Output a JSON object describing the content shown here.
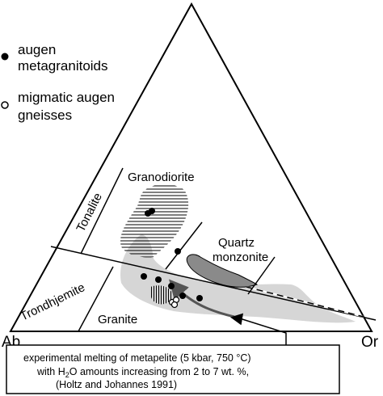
{
  "legend": {
    "filled_symbol_icon": "filled-circle",
    "open_symbol_icon": "open-circle",
    "filled_label_line1": "augen",
    "filled_label_line2": "metagranitoids",
    "open_label_line1": "migmatic augen",
    "open_label_line2": "gneisses"
  },
  "apices": {
    "left": "Ab",
    "right": "Or"
  },
  "fields": {
    "tonalite": "Tonalite",
    "granodiorite": "Granodiorite",
    "quartz_monzonite_line1": "Quartz",
    "quartz_monzonite_line2": "monzonite",
    "trondhjemite": "Trondhjemite",
    "granite": "Granite"
  },
  "annotation": {
    "line1": "experimental melting of metapelite (5 kbar, 750 °C)",
    "line2_prefix": "with H",
    "line2_subscript": "2",
    "line2_suffix": "O amounts increasing from 2 to 7 wt. %,",
    "line3": "(Holtz and Johannes 1991)"
  },
  "colors": {
    "light_field": "#d6d6d6",
    "dark_field": "#8a8a8a",
    "arrow": "#555555",
    "line": "#000000"
  }
}
